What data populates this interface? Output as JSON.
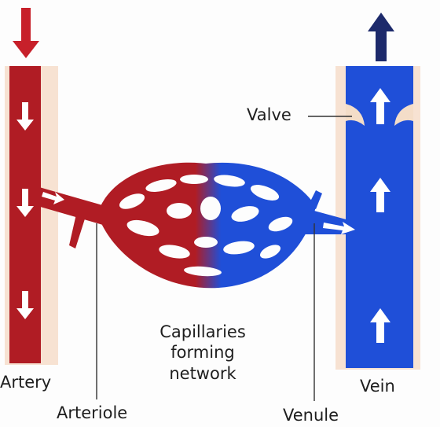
{
  "labels": {
    "valve": "Valve",
    "artery": "Artery",
    "arteriole": "Arteriole",
    "capillaries": [
      "Capillaries",
      "forming",
      "network"
    ],
    "venule": "Venule",
    "vein": "Vein"
  },
  "colors": {
    "artery": "#b01c24",
    "vein": "#1f4fd8",
    "vein_outflow_arrow": "#1d2a6b",
    "vessel_wall": "#f7e2d2",
    "flow_arrow": "#ffffff",
    "leader_line": "#333333"
  },
  "icons": [
    "down-arrow-icon",
    "up-arrow-icon",
    "valve-icon"
  ]
}
